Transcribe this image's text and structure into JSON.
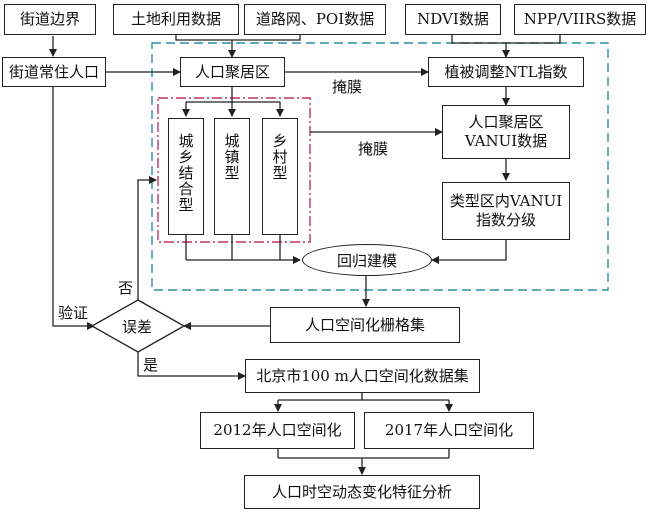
{
  "nodes": {
    "street_boundary": "街道边界",
    "land_use": "土地利用数据",
    "road_poi": "道路网、POI数据",
    "ndvi": "NDVI数据",
    "npp": "NPP/VIIRS数据",
    "street_pop": "街道常住人口",
    "settlement": "人口聚居区",
    "ntl_index": "植被调整NTL指数",
    "vanui_line1": "人口聚居区",
    "vanui_line2": "VANUI数据",
    "urban_rural": "城乡结合型",
    "town": "城镇型",
    "village": "乡村型",
    "class_line1": "类型区内VANUI",
    "class_line2": "指数分级",
    "regression": "回归建模",
    "error": "误差",
    "raster": "人口空间化栅格集",
    "beijing": "北京市100 m人口空间化数据集",
    "y2012": "2012年人口空间化",
    "y2017": "2017年人口空间化",
    "analysis": "人口时空动态变化特征分析"
  },
  "labels": {
    "mask1": "掩膜",
    "mask2": "掩膜",
    "verify": "验证",
    "no": "否",
    "yes": "是"
  }
}
